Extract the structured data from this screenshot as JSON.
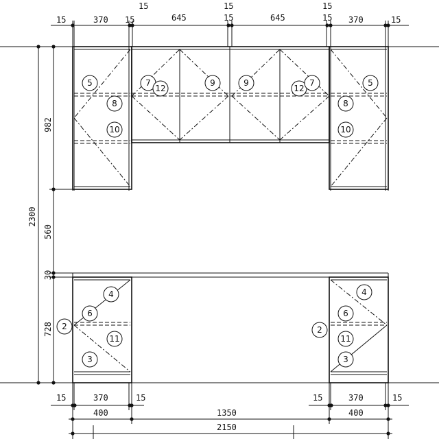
{
  "top_dims": [
    "15",
    "370",
    "15",
    "15",
    "645",
    "15",
    "15",
    "645",
    "15",
    "15",
    "370",
    "15"
  ],
  "top_dims_raised": [
    "15",
    "15",
    "15"
  ],
  "bottom_dims_row1": [
    "15",
    "370",
    "15",
    "15",
    "370",
    "15"
  ],
  "bottom_dims_row2": [
    "400",
    "1350",
    "400"
  ],
  "bottom_dims_row3": [
    "2150"
  ],
  "left_dims": [
    "982",
    "560",
    "30",
    "728"
  ],
  "left_total": "2300",
  "upper_labels": [
    "5",
    "8",
    "10",
    "7",
    "12",
    "9",
    "9",
    "12",
    "7",
    "5",
    "8",
    "10"
  ],
  "lower_labels": [
    "4",
    "6",
    "2",
    "11",
    "3",
    "4",
    "6",
    "2",
    "11",
    "3"
  ]
}
